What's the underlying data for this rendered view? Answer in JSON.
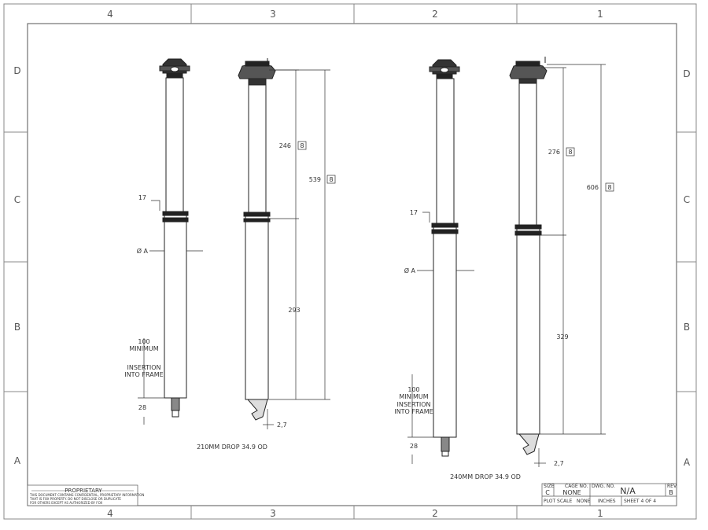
{
  "zones": {
    "columns": [
      "4",
      "3",
      "2",
      "1"
    ],
    "rows": [
      "D",
      "C",
      "B",
      "A"
    ]
  },
  "left": {
    "caption": "210MM DROP   34.9 OD",
    "seal_dim": "17",
    "dia_label": "Ø A",
    "insertion_lines": [
      "100",
      "MINIMUM",
      "INSERTION",
      "INTO FRAME"
    ],
    "bottom_dim": "28",
    "upper_len": "246",
    "lower_len": "293",
    "total_len": "539",
    "offset": "2,7",
    "flag": "8"
  },
  "right": {
    "caption": "240MM DROP   34.9 OD",
    "seal_dim": "17",
    "dia_label": "Ø A",
    "insertion_lines": [
      "100",
      "MINIMUM",
      "INSERTION",
      "INTO FRAME"
    ],
    "bottom_dim": "28",
    "upper_len": "276",
    "lower_len": "329",
    "total_len": "606",
    "offset": "2,7",
    "flag": "8"
  },
  "proprietary": {
    "title": "PROPRIETARY",
    "lines": [
      "THIS DOCUMENT CONTAINS CONFIDENTIAL, PROPRIETARY INFORMATION",
      "THAT IS FOX PROPERTY.  DO NOT DISCLOSE OR DUPLICATE",
      "FOR OTHERS EXCEPT AS AUTHORIZED BY FOX"
    ]
  },
  "title_block": {
    "size_label": "SIZE",
    "size_value": "C",
    "cage_label": "CAGE NO.",
    "cage_value": "NONE",
    "dwg_label": "DWG. NO.",
    "dwg_value": "N/A",
    "rev_label": "REV.",
    "rev_value": "B",
    "plot_scale": "PLOT SCALE",
    "plot_value": "NONE",
    "units": "INCHES",
    "sheet": "SHEET  4 OF 4"
  }
}
